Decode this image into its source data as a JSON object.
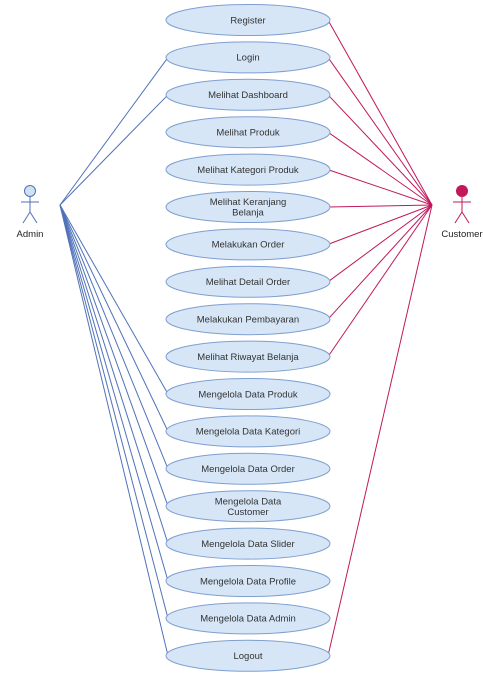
{
  "diagram": {
    "type": "use-case",
    "actors": {
      "admin": {
        "label": "Admin",
        "head_color": "#cfe2f3",
        "line_color": "#4f72b8"
      },
      "customer": {
        "label": "Customer",
        "head_color": "#c2185b",
        "line_color": "#c2185b"
      }
    },
    "usecase_fill": "#d6e6f7",
    "usecase_stroke": "#7f9fd0",
    "use_cases": [
      {
        "id": "register",
        "lines": [
          "Register"
        ],
        "admin": false,
        "customer": true
      },
      {
        "id": "login",
        "lines": [
          "Login"
        ],
        "admin": true,
        "customer": true
      },
      {
        "id": "melihat-dashboard",
        "lines": [
          "Melihat Dashboard"
        ],
        "admin": true,
        "customer": true
      },
      {
        "id": "melihat-produk",
        "lines": [
          "Melihat Produk"
        ],
        "admin": false,
        "customer": true
      },
      {
        "id": "melihat-kategori-produk",
        "lines": [
          "Melihat Kategori Produk"
        ],
        "admin": false,
        "customer": true
      },
      {
        "id": "melihat-keranjang-belanja",
        "lines": [
          "Melihat Keranjang",
          "Belanja"
        ],
        "admin": false,
        "customer": true
      },
      {
        "id": "melakukan-order",
        "lines": [
          "Melakukan Order"
        ],
        "admin": false,
        "customer": true
      },
      {
        "id": "melihat-detail-order",
        "lines": [
          "Melihat Detail Order"
        ],
        "admin": false,
        "customer": true
      },
      {
        "id": "melakukan-pembayaran",
        "lines": [
          "Melakukan Pembayaran"
        ],
        "admin": false,
        "customer": true
      },
      {
        "id": "melihat-riwayat-belanja",
        "lines": [
          "Melihat Riwayat Belanja"
        ],
        "admin": false,
        "customer": true
      },
      {
        "id": "mengelola-data-produk",
        "lines": [
          "Mengelola Data Produk"
        ],
        "admin": true,
        "customer": false
      },
      {
        "id": "mengelola-data-kategori",
        "lines": [
          "Mengelola Data Kategori"
        ],
        "admin": true,
        "customer": false
      },
      {
        "id": "mengelola-data-order",
        "lines": [
          "Mengelola Data Order"
        ],
        "admin": true,
        "customer": false
      },
      {
        "id": "mengelola-data-customer",
        "lines": [
          "Mengelola Data",
          "Customer"
        ],
        "admin": true,
        "customer": false
      },
      {
        "id": "mengelola-data-slider",
        "lines": [
          "Mengelola Data Slider"
        ],
        "admin": true,
        "customer": false
      },
      {
        "id": "mengelola-data-profile",
        "lines": [
          "Mengelola Data Profile"
        ],
        "admin": true,
        "customer": false
      },
      {
        "id": "mengelola-data-admin",
        "lines": [
          "Mengelola Data Admin"
        ],
        "admin": true,
        "customer": false
      },
      {
        "id": "logout",
        "lines": [
          "Logout"
        ],
        "admin": true,
        "customer": true
      }
    ]
  }
}
